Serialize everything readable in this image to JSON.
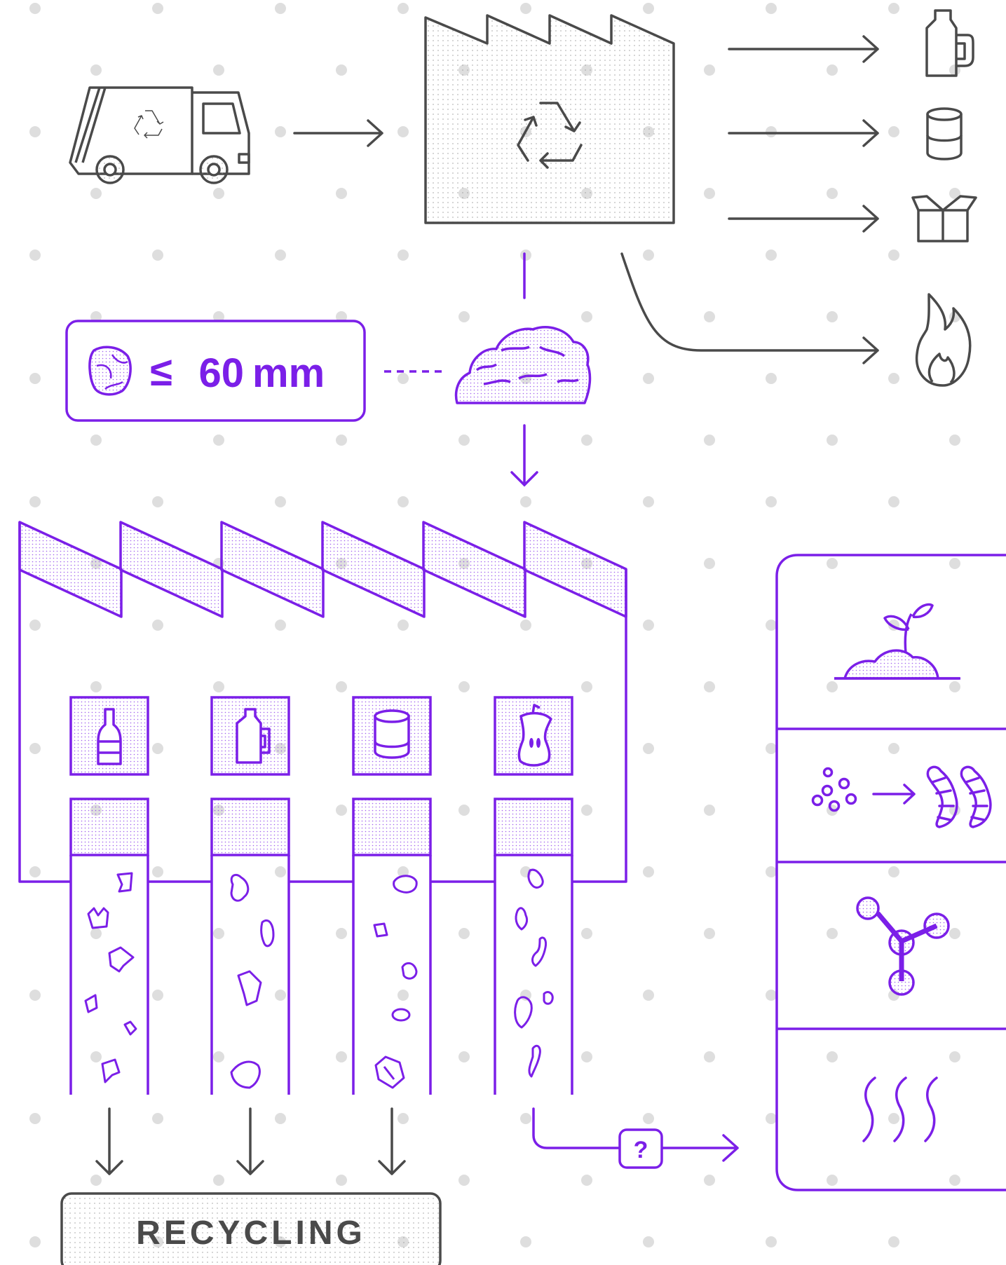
{
  "size_box": {
    "symbol": "≤",
    "value": "60",
    "unit": "mm"
  },
  "recycling_box": {
    "label": "RECYCLING"
  },
  "unknown_route": {
    "label": "?"
  },
  "colors": {
    "primary": "#7b1fe8",
    "neutral": "#4a4a4a",
    "dot": "#dedede"
  },
  "icons": {
    "top_row": [
      "garbage-truck-icon",
      "recycling-plant-icon",
      "plastic-jug-icon",
      "can-icon",
      "cardboard-box-icon",
      "flame-icon"
    ],
    "sorting_bins": [
      "glass-bottle-icon",
      "plastic-jug-icon",
      "metal-can-icon",
      "apple-core-icon"
    ],
    "outcomes": [
      "compost-plant-icon",
      "larvae-icon",
      "molecule-icon",
      "heat-waves-icon"
    ]
  }
}
